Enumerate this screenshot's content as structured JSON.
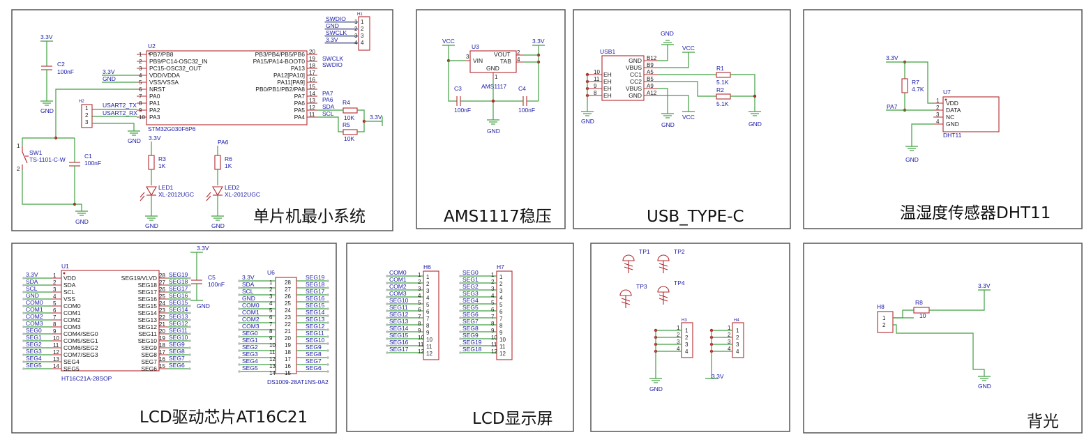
{
  "panels": {
    "mcu": {
      "title": "单片机最小系统"
    },
    "ams": {
      "title": "AMS1117稳压"
    },
    "usb": {
      "title": "USB_TYPE-C"
    },
    "dht": {
      "title": "温湿度传感器DHT11"
    },
    "lcddrv": {
      "title": "LCD驱动芯片AT16C21"
    },
    "lcd": {
      "title": "LCD显示屏"
    },
    "tp": {
      "title": ""
    },
    "bl": {
      "title": "背光"
    }
  },
  "nets": {
    "v33": "3.3V",
    "gnd": "GND",
    "vcc": "VCC",
    "swdio": "SWDIO",
    "swclk": "SWCLK",
    "sda": "SDA",
    "scl": "SCL",
    "pa6": "PA6",
    "pa7": "PA7",
    "tx": "USART2_TX",
    "rx": "USART2_RX"
  },
  "mcu": {
    "u2": {
      "ref": "U2",
      "value": "STM32G030F6P6",
      "left_pins": [
        {
          "num": "1",
          "name": "PB7/PB8"
        },
        {
          "num": "2",
          "name": "PB9/PC14-OSC32_IN"
        },
        {
          "num": "3",
          "name": "PC15-OSC32_OUT"
        },
        {
          "num": "4",
          "name": "VDD/VDDA"
        },
        {
          "num": "5",
          "name": "VSS/VSSA"
        },
        {
          "num": "6",
          "name": "NRST"
        },
        {
          "num": "7",
          "name": "PA0"
        },
        {
          "num": "8",
          "name": "PA1"
        },
        {
          "num": "9",
          "name": "PA2"
        },
        {
          "num": "10",
          "name": "PA3"
        }
      ],
      "right_pins": [
        {
          "num": "20",
          "name": "PB3/PB4/PB5/PB6"
        },
        {
          "num": "19",
          "name": "PA15/PA14-BOOT0"
        },
        {
          "num": "18",
          "name": "PA13"
        },
        {
          "num": "17",
          "name": "PA12[PA10]"
        },
        {
          "num": "16",
          "name": "PA11[PA9]"
        },
        {
          "num": "15",
          "name": "PB0/PB1/PB2/PA8"
        },
        {
          "num": "14",
          "name": "PA7"
        },
        {
          "num": "13",
          "name": "PA6"
        },
        {
          "num": "12",
          "name": "PA5"
        },
        {
          "num": "11",
          "name": "PA4"
        }
      ]
    },
    "h1": {
      "ref": "H1",
      "nets": [
        "SWDIO",
        "GND",
        "SWCLK",
        "3.3V"
      ],
      "pins": [
        "1",
        "2",
        "3",
        "4"
      ]
    },
    "h2": {
      "ref": "H2",
      "pins": [
        "1",
        "2",
        "3"
      ]
    },
    "c2": {
      "ref": "C2",
      "value": "100nF"
    },
    "c1": {
      "ref": "C1",
      "value": "100nF"
    },
    "sw1": {
      "ref": "SW1",
      "value": "TS-1101-C-W",
      "pin1": "1",
      "pin2": "2"
    },
    "r3": {
      "ref": "R3",
      "value": "1K"
    },
    "r6": {
      "ref": "R6",
      "value": "1K"
    },
    "r4": {
      "ref": "R4",
      "value": "10K"
    },
    "r5": {
      "ref": "R5",
      "value": "10K"
    },
    "led1": {
      "ref": "LED1",
      "value": "XL-2012UGC"
    },
    "led2": {
      "ref": "LED2",
      "value": "XL-2012UGC"
    }
  },
  "ams": {
    "u3": {
      "ref": "U3",
      "value": "AMS1117",
      "vin": "VIN",
      "vout": "VOUT",
      "tab": "TAB",
      "gnd": "GND",
      "pin_vin": "3",
      "pin_vout": "2",
      "pin_tab": "4",
      "pin_gnd": "1"
    },
    "c3": {
      "ref": "C3",
      "value": "100nF"
    },
    "c4": {
      "ref": "C4",
      "value": "100nF"
    }
  },
  "usb": {
    "usb1": {
      "ref": "USB1",
      "left_nums": [
        "10",
        "11",
        "9",
        "8"
      ],
      "left_names": [
        "EH",
        "EH",
        "EH",
        "EH"
      ],
      "right_pins": [
        {
          "num": "B12",
          "name": "GND"
        },
        {
          "num": "B9",
          "name": "VBUS"
        },
        {
          "num": "A5",
          "name": "CC1"
        },
        {
          "num": "B5",
          "name": "CC2"
        },
        {
          "num": "A9",
          "name": "VBUS"
        },
        {
          "num": "A12",
          "name": "GND"
        }
      ]
    },
    "r1": {
      "ref": "R1",
      "value": "5.1K"
    },
    "r2": {
      "ref": "R2",
      "value": "5.1K"
    }
  },
  "dht": {
    "u7": {
      "ref": "U7",
      "value": "DHT11",
      "pins": [
        {
          "num": "1",
          "name": "VDD"
        },
        {
          "num": "2",
          "name": "DATA"
        },
        {
          "num": "3",
          "name": "NC"
        },
        {
          "num": "4",
          "name": "GND"
        }
      ]
    },
    "r7": {
      "ref": "R7",
      "value": "4.7K"
    }
  },
  "lcddrv": {
    "u1": {
      "ref": "U1",
      "value": "HT16C21A-28SOP",
      "left_nets": [
        "3.3V",
        "SDA",
        "SCL",
        "GND",
        "COM0",
        "COM1",
        "COM2",
        "COM3",
        "SEG0",
        "SEG1",
        "SEG2",
        "SEG3",
        "SEG4",
        "SEG5"
      ],
      "left_nums": [
        "1",
        "2",
        "3",
        "4",
        "5",
        "6",
        "7",
        "8",
        "9",
        "10",
        "11",
        "12",
        "13",
        "14"
      ],
      "left_names": [
        "VDD",
        "SDA",
        "SCL",
        "VSS",
        "COM0",
        "COM1",
        "COM2",
        "COM3",
        "COM4/SEG0",
        "COM5/SEG1",
        "COM6/SEG2",
        "COM7/SEG3",
        "SEG4",
        "SEG5"
      ],
      "right_names": [
        "SEG19/VLVD",
        "SEG18",
        "SEG17",
        "SEG16",
        "SEG15",
        "SEG14",
        "SEG13",
        "SEG12",
        "SEG11",
        "SEG10",
        "SEG9",
        "SEG8",
        "SEG7",
        "SEG6"
      ],
      "right_nums": [
        "28",
        "27",
        "26",
        "25",
        "24",
        "23",
        "22",
        "21",
        "20",
        "19",
        "18",
        "17",
        "16",
        "15"
      ],
      "right_nets": [
        "SEG19",
        "SEG18",
        "SEG17",
        "SEG16",
        "SEG15",
        "SEG14",
        "SEG13",
        "SEG12",
        "SEG11",
        "SEG10",
        "SEG9",
        "SEG8",
        "SEG7",
        "SEG6"
      ]
    },
    "c5": {
      "ref": "C5",
      "value": "100nF"
    },
    "u6": {
      "ref": "U6",
      "value": "DS1009-28AT1NS-0A2",
      "left_nets": [
        "3.3V",
        "SDA",
        "SCL",
        "GND",
        "COM0",
        "COM1",
        "COM2",
        "COM3",
        "SEG0",
        "SEG1",
        "SEG2",
        "SEG3",
        "SEG4",
        "SEG5"
      ],
      "left_nums": [
        "1",
        "2",
        "3",
        "4",
        "5",
        "6",
        "7",
        "8",
        "9",
        "10",
        "11",
        "12",
        "13",
        "14"
      ],
      "right_nums": [
        "28",
        "27",
        "26",
        "25",
        "24",
        "23",
        "22",
        "21",
        "20",
        "19",
        "18",
        "17",
        "16",
        "15"
      ],
      "right_nets": [
        "SEG19",
        "SEG18",
        "SEG17",
        "SEG16",
        "SEG15",
        "SEG14",
        "SEG13",
        "SEG12",
        "SEG11",
        "SEG10",
        "SEG9",
        "SEG8",
        "SEG7",
        "SEG6"
      ]
    }
  },
  "lcd": {
    "h6": {
      "ref": "H6",
      "nets": [
        "COM0",
        "COM1",
        "COM2",
        "COM3",
        "SEG10",
        "SEG11",
        "SEG12",
        "SEG13",
        "SEG14",
        "SEG15",
        "SEG16",
        "SEG17"
      ],
      "pins": [
        "1",
        "2",
        "3",
        "4",
        "5",
        "6",
        "7",
        "8",
        "9",
        "10",
        "11",
        "12"
      ]
    },
    "h7": {
      "ref": "H7",
      "nets": [
        "SEG0",
        "SEG1",
        "SEG2",
        "SEG3",
        "SEG4",
        "SEG5",
        "SEG6",
        "SEG7",
        "SEG8",
        "SEG9",
        "SEG19",
        "SEG18"
      ],
      "pins": [
        "1",
        "2",
        "3",
        "4",
        "5",
        "6",
        "7",
        "8",
        "9",
        "10",
        "11",
        "12"
      ]
    }
  },
  "tp": {
    "tp1": {
      "ref": "TP1"
    },
    "tp2": {
      "ref": "TP2"
    },
    "tp3": {
      "ref": "TP3"
    },
    "tp4": {
      "ref": "TP4"
    },
    "h3": {
      "ref": "H3",
      "pins": [
        "1",
        "2",
        "3",
        "4"
      ]
    },
    "h4": {
      "ref": "H4",
      "pins": [
        "1",
        "2",
        "3",
        "4"
      ]
    }
  },
  "bl": {
    "h8": {
      "ref": "H8",
      "pins": [
        "1",
        "2"
      ]
    },
    "r8": {
      "ref": "R8",
      "value": "10"
    }
  }
}
